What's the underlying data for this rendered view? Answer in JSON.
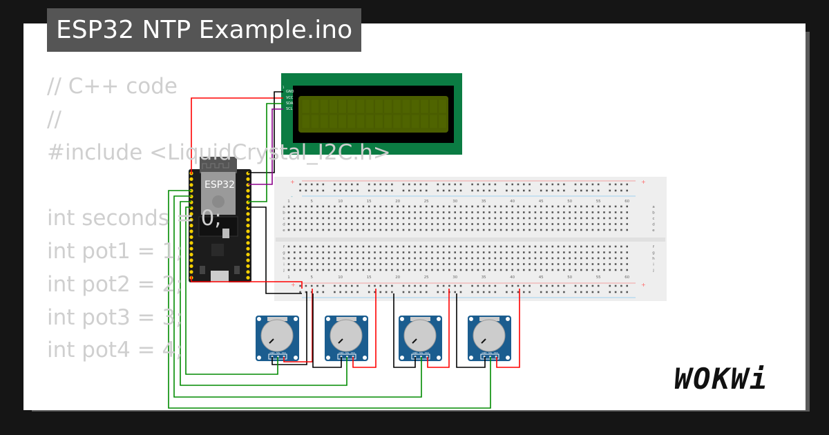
{
  "title": "ESP32 NTP Example.ino",
  "code_lines": [
    "// C++ code",
    "//",
    "#include <LiquidCrystal_I2C.h>",
    "",
    "int seconds = 0;",
    "int pot1 = 1;",
    "int pot2 = 2;",
    "int pot3 = 3;",
    "int pot4 = 4;"
  ],
  "esp32": {
    "label": "ESP32"
  },
  "lcd": {
    "pin_one": "1",
    "pins": [
      "GND",
      "VCC",
      "SDA",
      "SCL"
    ]
  },
  "breadboard": {
    "column_labels": [
      "1",
      "5",
      "10",
      "15",
      "20",
      "25",
      "30",
      "35",
      "40",
      "45",
      "50",
      "55",
      "60"
    ],
    "rows_top": [
      "a",
      "b",
      "c",
      "d",
      "e"
    ],
    "rows_bottom": [
      "f",
      "g",
      "h",
      "i",
      "j"
    ],
    "rail_plus": "+",
    "rail_minus": "-"
  },
  "pot_pins": [
    "GND",
    "SIG",
    "VCC"
  ],
  "brand": "WOKWi",
  "colors": {
    "wire_red": "#ff0000",
    "wire_black": "#000000",
    "wire_green": "#008a00",
    "wire_purple": "#8b008b",
    "lcd_board": "#0b7c43",
    "lcd_screen": "#4b5e00",
    "pot_board": "#1b5d8f"
  }
}
